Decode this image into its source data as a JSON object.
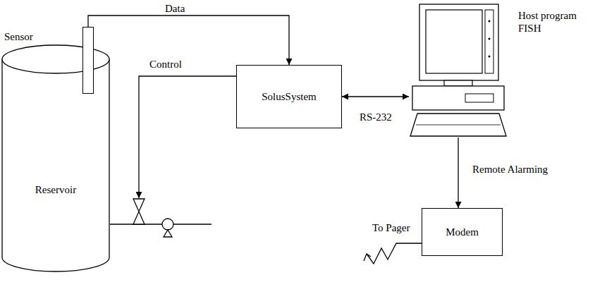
{
  "diagram": {
    "nodes": [
      {
        "text": [
          "Reservoir"
        ]
      },
      {
        "text": [
          "Sensor"
        ]
      },
      {
        "text": [
          "SolusSystem"
        ]
      },
      {
        "text": [
          "Host program FISH"
        ]
      },
      {
        "text": [
          "Modem"
        ]
      }
    ],
    "edges": [
      {
        "from": 1,
        "to": 2,
        "arrow": "to",
        "label": "Data"
      },
      {
        "from": 2,
        "to": 3,
        "arrow": "both",
        "label": "RS-232"
      },
      {
        "from": 3,
        "to": 4,
        "arrow": "to",
        "label": "Remote Alarming"
      }
    ],
    "labels": [
      "Control",
      "To Pager"
    ]
  }
}
